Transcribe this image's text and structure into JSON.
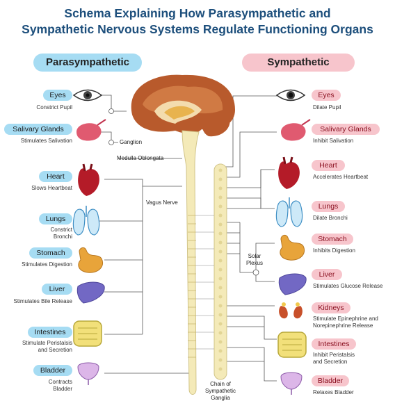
{
  "title_line1": "Schema Explaining How Parasympathetic and",
  "title_line2": "Sympathetic Nervous Systems Regulate Functioning Organs",
  "parasympathetic": {
    "header": "Parasympathetic",
    "items": [
      {
        "organ": "Eyes",
        "effect": "Constrict Pupil",
        "icon": "eye-icon"
      },
      {
        "organ": "Salivary Glands",
        "effect": "Stimulates Salivation",
        "icon": "salivary-gland-icon"
      },
      {
        "organ": "Heart",
        "effect": "Slows Heartbeat",
        "icon": "heart-icon"
      },
      {
        "organ": "Lungs",
        "effect_1": "Constrict",
        "effect_2": "Bronchi",
        "icon": "lungs-icon"
      },
      {
        "organ": "Stomach",
        "effect": "Stimulates Digestion",
        "icon": "stomach-icon"
      },
      {
        "organ": "Liver",
        "effect": "Stimulates Bile Release",
        "icon": "liver-icon"
      },
      {
        "organ": "Intestines",
        "effect_1": "Stimulate Peristalsis",
        "effect_2": "and Secretion",
        "icon": "intestines-icon"
      },
      {
        "organ": "Bladder",
        "effect_1": "Contracts",
        "effect_2": "Bladder",
        "icon": "bladder-icon"
      }
    ]
  },
  "sympathetic": {
    "header": "Sympathetic",
    "items": [
      {
        "organ": "Eyes",
        "effect": "Dilate Pupil",
        "icon": "eye-icon"
      },
      {
        "organ": "Salivary Glands",
        "effect": "Inhibit Salivation",
        "icon": "salivary-gland-icon"
      },
      {
        "organ": "Heart",
        "effect": "Accelerates Heartbeat",
        "icon": "heart-icon"
      },
      {
        "organ": "Lungs",
        "effect": "Dilate Bronchi",
        "icon": "lungs-icon"
      },
      {
        "organ": "Stomach",
        "effect": "Inhibits Digestion",
        "icon": "stomach-icon"
      },
      {
        "organ": "Liver",
        "effect": "Stimulates Glucose Release",
        "icon": "liver-icon"
      },
      {
        "organ": "Kidneys",
        "effect_1": "Stimulate Epinephrine and",
        "effect_2": "Norepinephrine Release",
        "icon": "kidneys-icon"
      },
      {
        "organ": "Intestines",
        "effect_1": "Inhibit Peristalsis",
        "effect_2": "and Secretion",
        "icon": "intestines-icon"
      },
      {
        "organ": "Bladder",
        "effect": "Relaxes Bladder",
        "icon": "bladder-icon"
      }
    ]
  },
  "labels": {
    "ganglion": "Ganglion",
    "medulla": "Medulla Oblongata",
    "vagus": "Vagus Nerve",
    "solar_1": "Solar",
    "solar_2": "Plexus",
    "chain_1": "Chain of",
    "chain_2": "Sympathetic",
    "chain_3": "Ganglia"
  },
  "colors": {
    "title": "#1d4f7c",
    "para_accent": "#a6dcf3",
    "symp_accent": "#f7c5cc",
    "nerve": "#f4eab8"
  }
}
